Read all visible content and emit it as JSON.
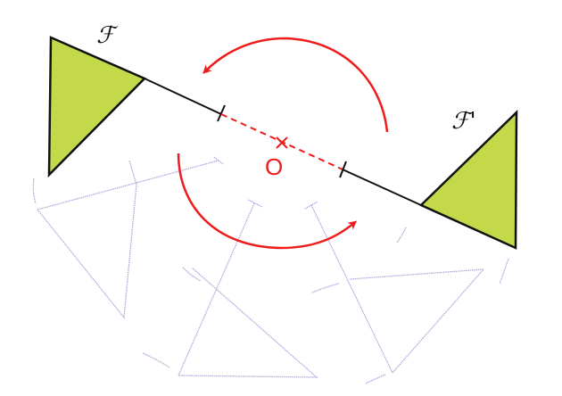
{
  "labels": {
    "figure": "ℱ",
    "image_figure": "ℱ'",
    "center": "O"
  },
  "colors": {
    "fill": "#c3d94a",
    "arrow": "#ee1c1c",
    "line": "#111111",
    "ghost": "#b9a6dc"
  }
}
